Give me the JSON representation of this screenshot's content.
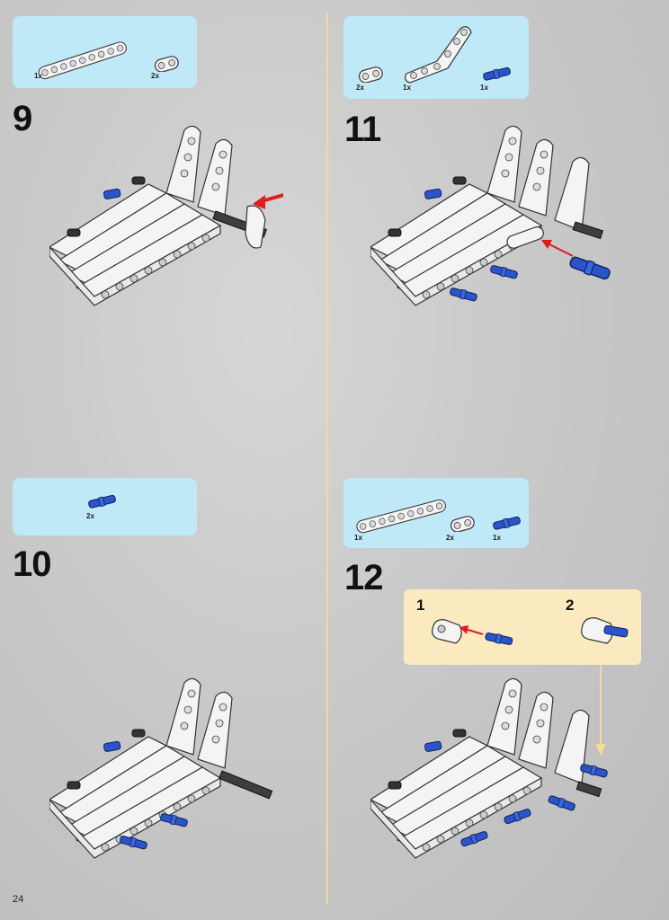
{
  "page_number": "24",
  "steps": [
    {
      "number": "9",
      "parts": [
        {
          "qty": "1x"
        },
        {
          "qty": "2x"
        }
      ]
    },
    {
      "number": "10",
      "parts": [
        {
          "qty": "2x"
        }
      ]
    },
    {
      "number": "11",
      "parts": [
        {
          "qty": "2x"
        },
        {
          "qty": "1x"
        },
        {
          "qty": "1x"
        }
      ]
    },
    {
      "number": "12",
      "parts": [
        {
          "qty": "1x"
        },
        {
          "qty": "2x"
        },
        {
          "qty": "1x"
        }
      ],
      "substeps": [
        "1",
        "2"
      ]
    }
  ],
  "colors": {
    "parts_box": "#bfe9f7",
    "substep_box": "#fbe9bf",
    "brick_white": "#f4f4f4",
    "pin_blue": "#2b54c9",
    "axle_dark": "#3b403c",
    "arrow_red": "#e11c1c"
  },
  "icons": [
    "technic-beam-icon",
    "technic-connector-icon",
    "technic-pin-icon",
    "bent-beam-icon",
    "assembly-arrow-icon"
  ]
}
